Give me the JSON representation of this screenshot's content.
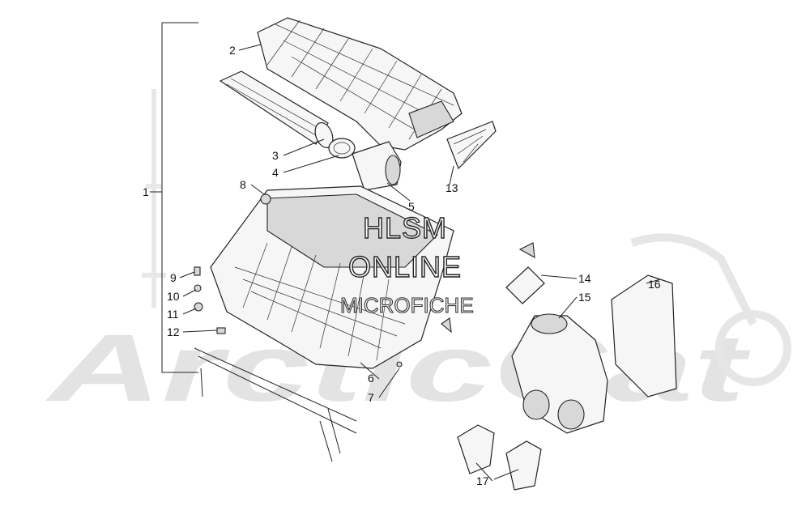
{
  "watermark": {
    "brand_lettering": "ArcticCat",
    "line1": "HLSM",
    "line2": "ONLINE",
    "line3": "MICROFICHE"
  },
  "callouts": [
    {
      "id": "1",
      "label": "1"
    },
    {
      "id": "2",
      "label": "2"
    },
    {
      "id": "3",
      "label": "3"
    },
    {
      "id": "4",
      "label": "4"
    },
    {
      "id": "5",
      "label": "5"
    },
    {
      "id": "6",
      "label": "6"
    },
    {
      "id": "7",
      "label": "7"
    },
    {
      "id": "8",
      "label": "8"
    },
    {
      "id": "9",
      "label": "9"
    },
    {
      "id": "10",
      "label": "10"
    },
    {
      "id": "11",
      "label": "11"
    },
    {
      "id": "12",
      "label": "12"
    },
    {
      "id": "13",
      "label": "13"
    },
    {
      "id": "14",
      "label": "14"
    },
    {
      "id": "15",
      "label": "15"
    },
    {
      "id": "16",
      "label": "16"
    },
    {
      "id": "17",
      "label": "17"
    }
  ],
  "colors": {
    "line": "#222222",
    "watermark": "#e3e3e3"
  }
}
